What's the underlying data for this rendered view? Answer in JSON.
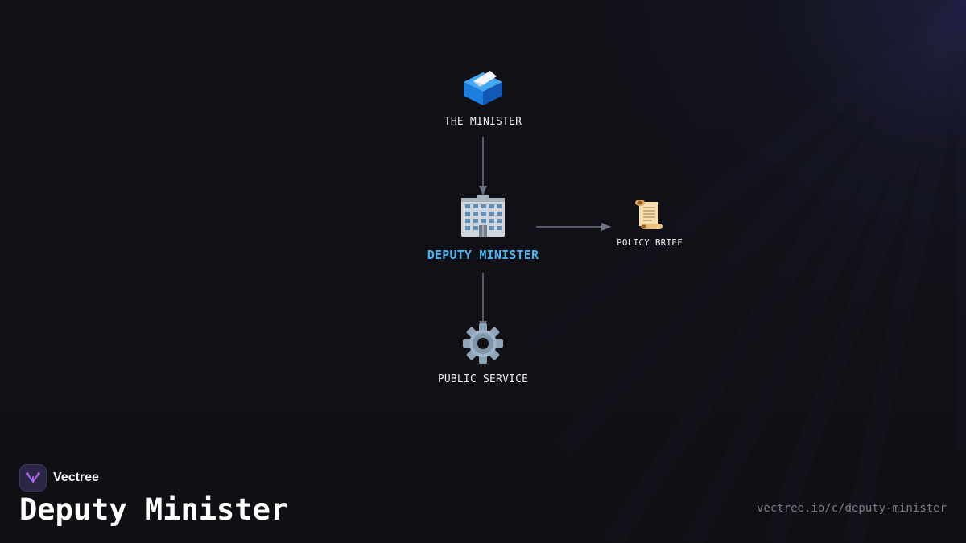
{
  "diagram": {
    "nodes": {
      "minister": {
        "label": "THE MINISTER",
        "icon": "ballot-box-icon"
      },
      "deputy": {
        "label": "DEPUTY MINISTER",
        "icon": "office-building-icon",
        "highlight_color": "#4cb3f0"
      },
      "brief": {
        "label": "POLICY BRIEF",
        "icon": "scroll-icon"
      },
      "service": {
        "label": "PUBLIC SERVICE",
        "icon": "gear-icon"
      }
    },
    "edges": [
      {
        "from": "minister",
        "to": "deputy"
      },
      {
        "from": "deputy",
        "to": "brief"
      },
      {
        "from": "deputy",
        "to": "service"
      }
    ],
    "connector_color": "#6b7385"
  },
  "footer": {
    "brand_name": "Vectree",
    "brand_icon": "vectree-logo-icon",
    "title": "Deputy Minister",
    "url": "vectree.io/c/deputy-minister"
  }
}
